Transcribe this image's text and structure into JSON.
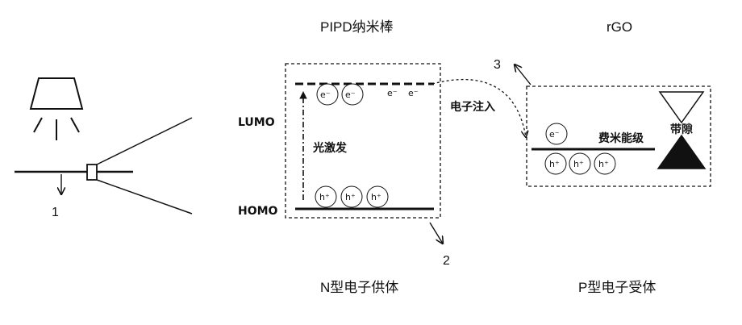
{
  "title_nanorod": "PIPD纳米棒",
  "title_rgo": "rGO",
  "label_n_donor": "N型电子供体",
  "label_p_acceptor": "P型电子受体",
  "lumo": "LUMO",
  "homo": "HOMO",
  "photoexcitation": "光激发",
  "electron_injection": "电子注入",
  "fermi_level": "费米能级",
  "band_gap": "带隙",
  "marker_1": "1",
  "marker_2": "2",
  "marker_3": "3",
  "electron": "e⁻",
  "hole": "h⁺"
}
